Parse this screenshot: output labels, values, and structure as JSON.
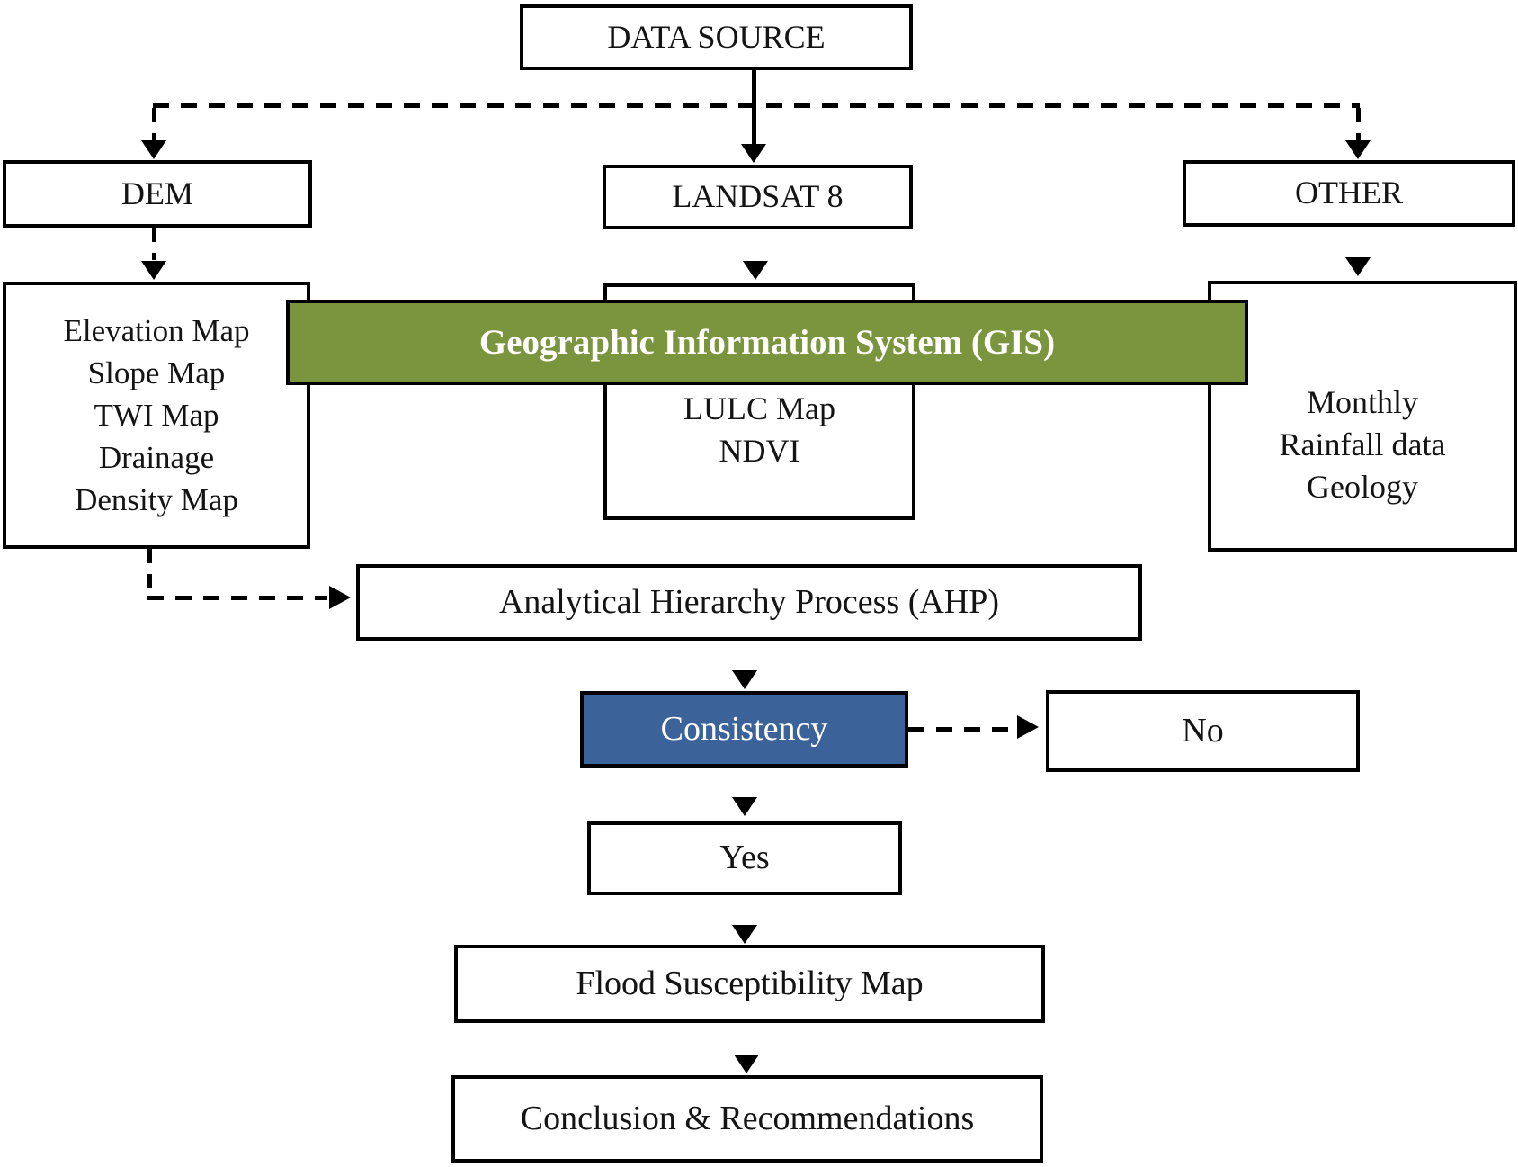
{
  "diagram": {
    "colors": {
      "gis_green": "#7A953D",
      "consistency_blue": "#3B6399",
      "line_black": "#000000"
    },
    "nodes": {
      "data_source": "DATA SOURCE",
      "dem": "DEM",
      "landsat8": "LANDSAT 8",
      "other": "OTHER",
      "dem_outputs": [
        "Elevation Map",
        "Slope Map",
        "TWI Map",
        "Drainage",
        "Density Map"
      ],
      "gis_banner": "Geographic Information System (GIS)",
      "landsat_outputs": [
        "LULC Map",
        "NDVI"
      ],
      "other_outputs": [
        "Monthly",
        "Rainfall data",
        "Geology"
      ],
      "ahp": "Analytical Hierarchy Process (AHP)",
      "consistency": "Consistency",
      "decision_no": "No",
      "decision_yes": "Yes",
      "flood_map": "Flood Susceptibility Map",
      "conclusion": "Conclusion & Recommendations"
    }
  }
}
